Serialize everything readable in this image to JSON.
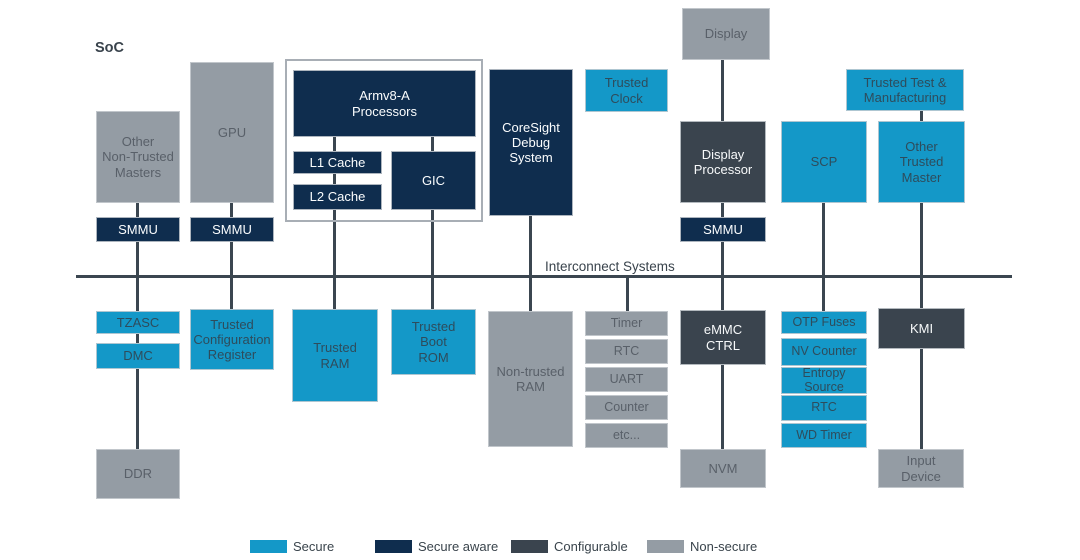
{
  "canvas": {
    "soc_label": "SoC",
    "interconnect_label": "Interconnect Systems"
  },
  "colors": {
    "secure": "#1498c8",
    "secure_aware": "#0f2d4e",
    "configurable": "#3a444e",
    "non_secure": "#949ca4",
    "line": "#3b4650"
  },
  "blocks": {
    "other_non_trusted_masters": "Other\nNon-Trusted\nMasters",
    "gpu": "GPU",
    "armv8_processors": "Armv8-A\nProcessors",
    "l1_cache": "L1 Cache",
    "l2_cache": "L2 Cache",
    "gic": "GIC",
    "coresight_debug_system": "CoreSight\nDebug\nSystem",
    "trusted_clock": "Trusted\nClock",
    "display": "Display",
    "display_processor": "Display\nProcessor",
    "scp": "SCP",
    "trusted_test_manufacturing": "Trusted Test &\nManufacturing",
    "other_trusted_master": "Other\nTrusted\nMaster",
    "smmu": "SMMU",
    "tzasc": "TZASC",
    "dmc": "DMC",
    "trusted_configuration_register": "Trusted\nConfiguration\nRegister",
    "trusted_ram": "Trusted\nRAM",
    "trusted_boot_rom": "Trusted\nBoot\nROM",
    "non_trusted_ram": "Non-trusted\nRAM",
    "timer": "Timer",
    "rtc": "RTC",
    "uart": "UART",
    "counter": "Counter",
    "etc": "etc...",
    "emmc_ctrl": "eMMC\nCTRL",
    "otp_fuses": "OTP Fuses",
    "nv_counter": "NV Counter",
    "entropy_source": "Entropy\nSource",
    "wd_timer": "WD Timer",
    "kmi": "KMI",
    "ddr": "DDR",
    "nvm": "NVM",
    "input_device": "Input\nDevice"
  },
  "legend": [
    {
      "label": "Secure",
      "color": "#1498c8"
    },
    {
      "label": "Secure aware",
      "color": "#0f2d4e"
    },
    {
      "label": "Configurable",
      "color": "#3a444e"
    },
    {
      "label": "Non-secure",
      "color": "#949ca4"
    }
  ]
}
